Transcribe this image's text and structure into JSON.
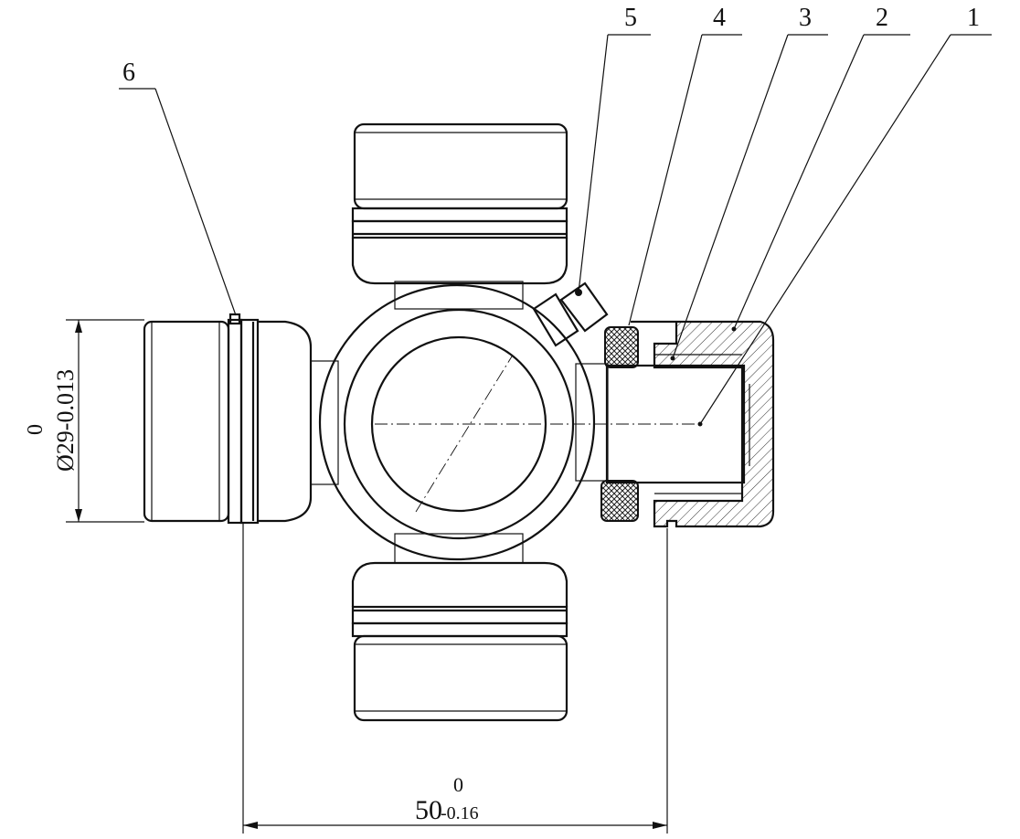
{
  "callouts": [
    {
      "id": "6",
      "label": "6"
    },
    {
      "id": "5",
      "label": "5"
    },
    {
      "id": "4",
      "label": "4"
    },
    {
      "id": "3",
      "label": "3"
    },
    {
      "id": "2",
      "label": "2"
    },
    {
      "id": "1",
      "label": "1"
    }
  ],
  "dimensions": {
    "diameter": {
      "upper_dev": "0",
      "text": "Ø29-0.013"
    },
    "width": {
      "upper_dev": "0",
      "base": "50",
      "lower_dev": "-0.16"
    }
  }
}
